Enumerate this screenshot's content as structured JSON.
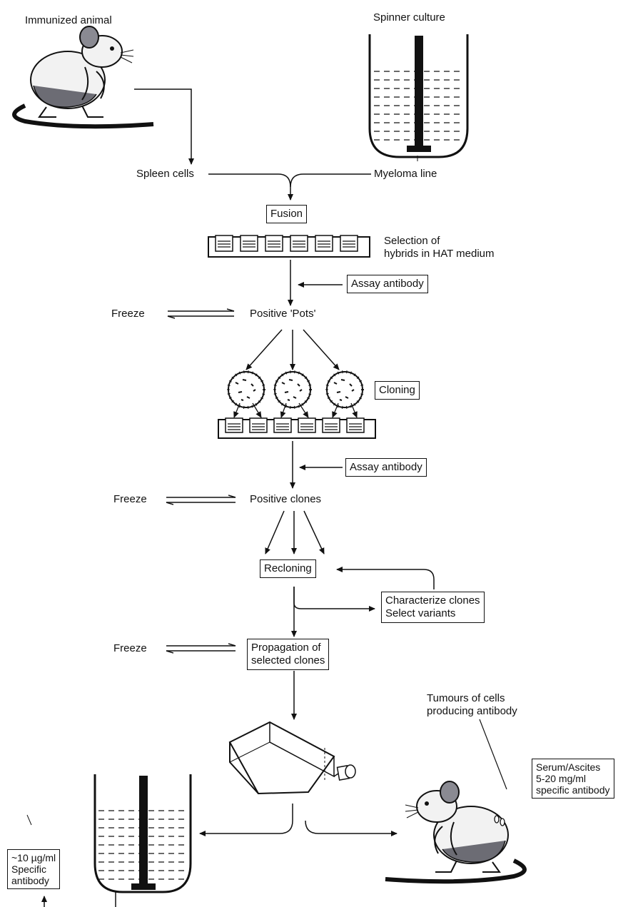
{
  "labels": {
    "immunized_animal": "Immunized animal",
    "spinner_culture": "Spinner culture",
    "spleen_cells": "Spleen cells",
    "myeloma_line": "Myeloma line",
    "fusion": "Fusion",
    "selection_line1": "Selection of",
    "selection_line2": "hybrids in HAT medium",
    "assay_antibody_1": "Assay antibody",
    "freeze_1": "Freeze",
    "positive_pots": "Positive 'Pots'",
    "cloning": "Cloning",
    "assay_antibody_2": "Assay antibody",
    "freeze_2": "Freeze",
    "positive_clones": "Positive clones",
    "recloning": "Recloning",
    "characterize_line1": "Characterize clones",
    "characterize_line2": "Select variants",
    "freeze_3": "Freeze",
    "propagation_line1": "Propagation of",
    "propagation_line2": "selected clones",
    "tumours_line1": "Tumours of cells",
    "tumours_line2": "producing antibody",
    "serum_line1": "Serum/Ascites",
    "serum_line2": "5-20 mg/ml",
    "serum_line3": "specific antibody",
    "culture_yield_line1": "~10 µg/ml",
    "culture_yield_line2": "Specific",
    "culture_yield_line3": "antibody"
  },
  "icons": {
    "mouse": "mouse-icon",
    "spinner_vessel": "spinner-culture-vessel-icon",
    "well_plate": "well-plate-icon",
    "colony_dish": "colony-dish-icon",
    "culture_flask": "culture-flask-icon"
  }
}
